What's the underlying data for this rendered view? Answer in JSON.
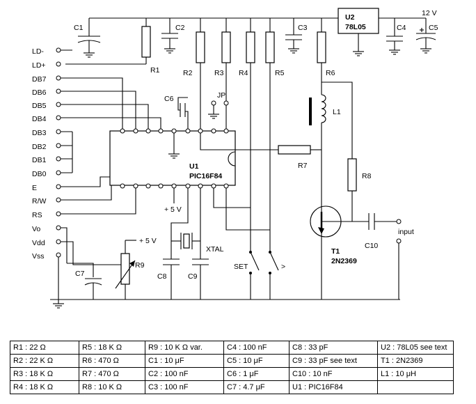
{
  "components": {
    "c1": "C1",
    "c2": "C2",
    "c3": "C3",
    "c4": "C4",
    "c5": "C5",
    "c6": "C6",
    "c7": "C7",
    "c8": "C8",
    "c9": "C9",
    "c10": "C10",
    "r1": "R1",
    "r2": "R2",
    "r3": "R3",
    "r4": "R4",
    "r5": "R5",
    "r6": "R6",
    "r7": "R7",
    "r8": "R8",
    "r9": "R9",
    "l1": "L1",
    "jp": "JP",
    "xtal": "XTAL",
    "u1_ref": "U1",
    "u1_part": "PIC16F84",
    "u2_ref": "U2",
    "u2_part": "78L05",
    "t1_ref": "T1",
    "t1_part": "2N2369"
  },
  "labels": {
    "supply": "12 V",
    "plus5_a": "+ 5 V",
    "plus5_b": "+ 5 V",
    "set": "SET",
    "arrow": ">",
    "input": "input"
  },
  "lcd_pins": [
    "LD-",
    "LD+",
    "DB7",
    "DB6",
    "DB5",
    "DB4",
    "DB3",
    "DB2",
    "DB1",
    "DB0",
    "E",
    "R/W",
    "RS",
    "Vo",
    "Vdd",
    "Vss"
  ],
  "parts_table": [
    [
      "R1 :  22 Ω",
      "R5 : 18 K Ω",
      "R9 : 10 K Ω   var.",
      "C4 : 100 nF",
      "C8 : 33 pF",
      "U2 : 78L05 see text"
    ],
    [
      "R2 : 22 K Ω",
      "R6 : 470 Ω",
      "C1 : 10 μF",
      "C5 : 10 μF",
      "C9 : 33 pF see text",
      "T1 : 2N2369"
    ],
    [
      "R3 : 18 K Ω",
      "R7 : 470 Ω",
      "C2 : 100 nF",
      "C6 : 1 μF",
      "C10 : 10 nF",
      "L1 : 10 μH"
    ],
    [
      "R4 : 18 K Ω",
      "R8 : 10 K Ω",
      "C3 : 100 nF",
      "C7 : 4.7 μF",
      "U1 : PIC16F84",
      ""
    ]
  ]
}
